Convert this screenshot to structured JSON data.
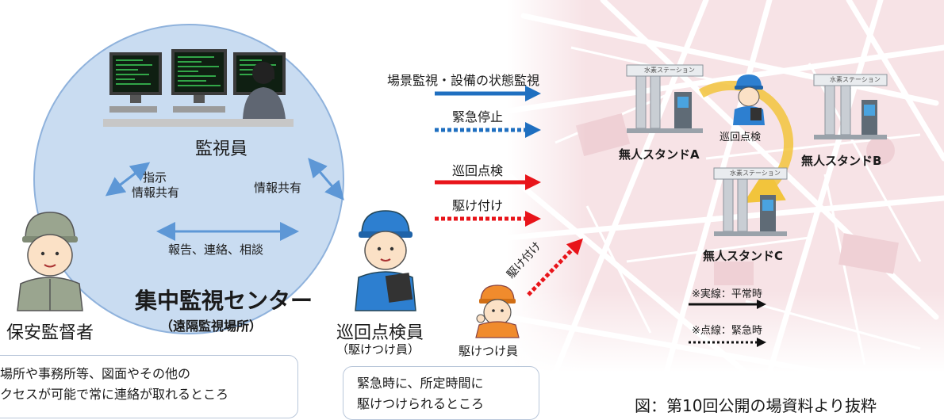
{
  "center": {
    "title": "集中監視センター",
    "subtitle": "（遠隔監視場所）",
    "operator_label": "監視員",
    "link_left_line1": "指示",
    "link_left_line2": "情報共有",
    "link_right": "情報共有",
    "link_bottom": "報告、連絡、相談"
  },
  "roles": {
    "supervisor": "保安監督者",
    "inspector": "巡回点検員",
    "inspector_sub": "（駆けつけ員）",
    "responder": "駆けつけ員"
  },
  "notes": {
    "left_line1": "場所や事務所等、図面やその他の",
    "left_line2": "クセスが可能で常に連絡が取れるところ",
    "middle_line1": "緊急時に、所定時間に",
    "middle_line2": "駆けつけられるところ"
  },
  "arrows": [
    {
      "label": "場景監視・設備の状態監視",
      "style": "solid",
      "color": "#1f6fc0"
    },
    {
      "label": "緊急停止",
      "style": "dotted",
      "color": "#1f6fc0"
    },
    {
      "label": "巡回点検",
      "style": "solid",
      "color": "#e8141a"
    },
    {
      "label": "駆け付け",
      "style": "dotted",
      "color": "#e8141a"
    }
  ],
  "diagonal_label": "駆け付け",
  "stations": {
    "a": "無人スタンドA",
    "b": "無人スタンドB",
    "c": "無人スタンドC",
    "sign": "水素ステーション",
    "patrol": "巡回点検"
  },
  "legend": {
    "solid": "※実線：平常時",
    "dotted": "※点線：緊急時"
  },
  "caption": "図：第10回公開の場資料より抜粋"
}
